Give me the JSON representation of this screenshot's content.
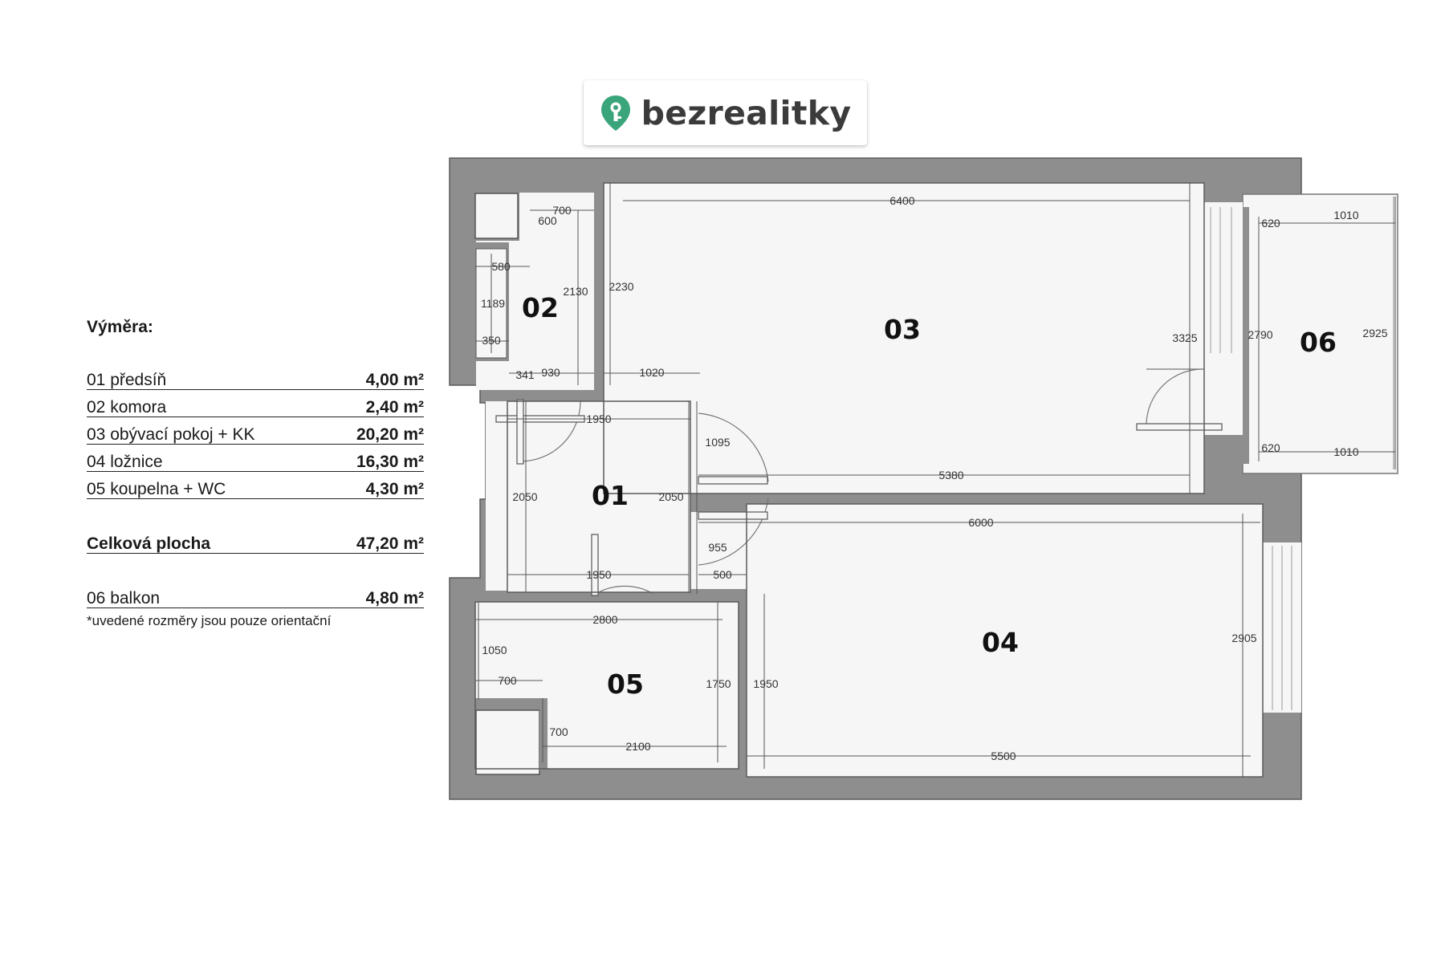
{
  "brand": {
    "name": "bezrealitky",
    "accent": "#3aa57a",
    "logo_icon": "map-pin-key-icon"
  },
  "legend": {
    "heading": "Výměra:",
    "rooms": [
      {
        "name": "01 předsíň",
        "area": "4,00 m²"
      },
      {
        "name": "02 komora",
        "area": "2,40 m²"
      },
      {
        "name": "03 obývací pokoj + KK",
        "area": "20,20 m²"
      },
      {
        "name": "04 ložnice",
        "area": "16,30 m²"
      },
      {
        "name": "05 koupelna + WC",
        "area": "4,30 m²"
      }
    ],
    "total": {
      "name": "Celková plocha",
      "area": "47,20 m²"
    },
    "balcony": {
      "name": "06 balkon",
      "area": "4,80 m²"
    },
    "note": "*uvedené rozměry jsou pouze orientační"
  },
  "plan": {
    "rooms": {
      "r01": "01",
      "r02": "02",
      "r03": "03",
      "r04": "04",
      "r05": "05",
      "r06": "06"
    },
    "dims": {
      "d6400": "6400",
      "d700a": "700",
      "d600": "600",
      "d580": "580",
      "d1189": "1189",
      "d350": "350",
      "d341": "341",
      "d930": "930",
      "d2130": "2130",
      "d2230": "2230",
      "d1020": "1020",
      "d1950a": "1950",
      "d1095": "1095",
      "d3325": "3325",
      "d2790": "2790",
      "d2925": "2925",
      "d620a": "620",
      "d1010a": "1010",
      "d620b": "620",
      "d1010b": "1010",
      "d5380": "5380",
      "d2050a": "2050",
      "d2050b": "2050",
      "d6000": "6000",
      "d955": "955",
      "d1950b": "1950",
      "d500": "500",
      "d2800": "2800",
      "d1050": "1050",
      "d700b": "700",
      "d1750": "1750",
      "d1950c": "1950",
      "d700c": "700",
      "d2100": "2100",
      "d2905": "2905",
      "d5500": "5500"
    }
  },
  "colors": {
    "wall": "#8e8e8e",
    "room": "#f6f6f6",
    "line": "#555555"
  }
}
